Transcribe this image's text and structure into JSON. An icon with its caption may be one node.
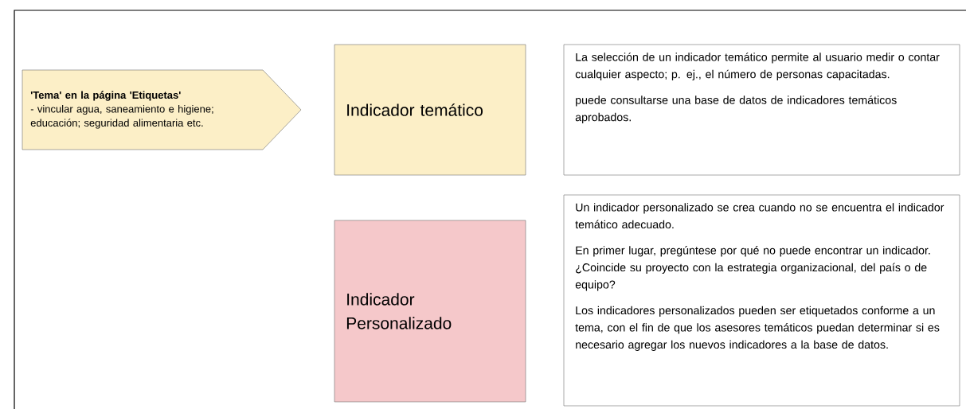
{
  "diagram": {
    "nodes": [
      {
        "text": [
          "'Tema' en la página 'Etiquetas'",
          "- vincular agua, saneamiento e higiene; educación; seguridad alimentaria etc."
        ]
      },
      {
        "text": [
          "Indicador temático"
        ]
      },
      {
        "text": [
          "La selección de un indicador temático permite al usuario medir o contar cualquier aspecto; p. ej., el número de personas capacitadas.",
          "puede consultarse una base de datos de indicadores temáticos aprobados."
        ]
      },
      {
        "text": [
          "Indicador Personalizado"
        ]
      },
      {
        "text": [
          "Un indicador personalizado se crea cuando no se encuentra el indicador temático adecuado.",
          "En primer lugar, pregúntese por qué no puede encontrar un indicador. ¿Coincide su proyecto con la estrategia organizacional, del país o de equipo?",
          "Los indicadores personalizados pueden ser etiquetados conforme a un tema, con el fin de que los asesores temáticos puedan determinar si es necesario agregar los nuevos indicadores a la base de datos."
        ]
      }
    ]
  }
}
